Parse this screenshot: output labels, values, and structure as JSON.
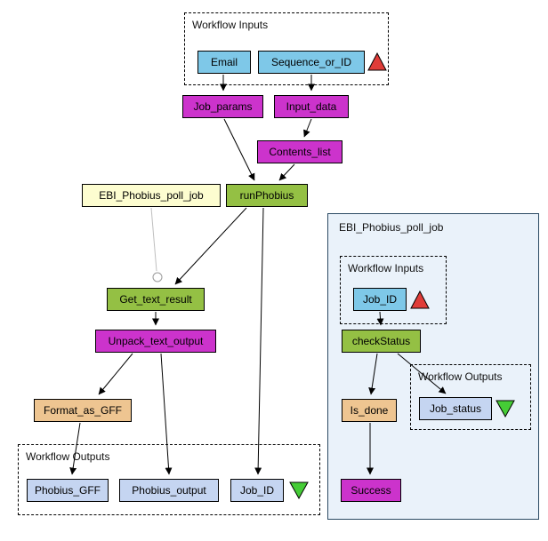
{
  "diagram": {
    "background": "#FFFFFF",
    "colors": {
      "input_port_fill": "#7EC8E8",
      "output_port_fill": "#C5D5F1",
      "processor_magenta": "#CC33CC",
      "processor_green": "#94C044",
      "processor_tan": "#EEC591",
      "nested_workflow_fill": "#FDFDD0",
      "subworkflow_background": "#EAF2FA",
      "input_marker": "#E03C38",
      "output_marker": "#45CC36",
      "edge": "#000000",
      "control_link": "#BFBFBF"
    },
    "groups": {
      "top_inputs": {
        "label": "Workflow Inputs"
      },
      "bottom_outputs": {
        "label": "Workflow Outputs"
      },
      "subworkflow": {
        "label": "EBI_Phobius_poll_job"
      },
      "sub_inputs": {
        "label": "Workflow Inputs"
      },
      "sub_outputs": {
        "label": "Workflow Outputs"
      }
    },
    "nodes": {
      "email": {
        "label": "Email",
        "type": "workflow-input"
      },
      "sequence_or_id": {
        "label": "Sequence_or_ID",
        "type": "workflow-input"
      },
      "job_params": {
        "label": "Job_params",
        "type": "processor"
      },
      "input_data": {
        "label": "Input_data",
        "type": "processor"
      },
      "contents_list": {
        "label": "Contents_list",
        "type": "processor"
      },
      "run_phobius": {
        "label": "runPhobius",
        "type": "processor"
      },
      "ebi_phobius_poll_job": {
        "label": "EBI_Phobius_poll_job",
        "type": "nested-workflow"
      },
      "get_text_result": {
        "label": "Get_text_result",
        "type": "processor"
      },
      "unpack_text_output": {
        "label": "Unpack_text_output",
        "type": "processor"
      },
      "format_as_gff": {
        "label": "Format_as_GFF",
        "type": "processor"
      },
      "phobius_gff": {
        "label": "Phobius_GFF",
        "type": "workflow-output"
      },
      "phobius_output": {
        "label": "Phobius_output",
        "type": "workflow-output"
      },
      "job_id_output": {
        "label": "Job_ID",
        "type": "workflow-output"
      },
      "sub_job_id": {
        "label": "Job_ID",
        "type": "workflow-input"
      },
      "check_status": {
        "label": "checkStatus",
        "type": "processor"
      },
      "is_done": {
        "label": "Is_done",
        "type": "processor"
      },
      "job_status": {
        "label": "Job_status",
        "type": "workflow-output"
      },
      "success": {
        "label": "Success",
        "type": "processor"
      }
    },
    "edges": [
      {
        "from": "Email",
        "to": "Job_params",
        "type": "data"
      },
      {
        "from": "Sequence_or_ID",
        "to": "Input_data",
        "type": "data"
      },
      {
        "from": "Job_params",
        "to": "runPhobius",
        "type": "data"
      },
      {
        "from": "Input_data",
        "to": "Contents_list",
        "type": "data"
      },
      {
        "from": "Contents_list",
        "to": "runPhobius",
        "type": "data"
      },
      {
        "from": "runPhobius",
        "to": "Get_text_result",
        "type": "data"
      },
      {
        "from": "runPhobius",
        "to": "Job_ID",
        "type": "data"
      },
      {
        "from": "EBI_Phobius_poll_job",
        "to": "Get_text_result",
        "type": "control"
      },
      {
        "from": "Get_text_result",
        "to": "Unpack_text_output",
        "type": "data"
      },
      {
        "from": "Unpack_text_output",
        "to": "Format_as_GFF",
        "type": "data"
      },
      {
        "from": "Unpack_text_output",
        "to": "Phobius_output",
        "type": "data"
      },
      {
        "from": "Format_as_GFF",
        "to": "Phobius_GFF",
        "type": "data"
      },
      {
        "from": "Job_ID",
        "to": "checkStatus",
        "type": "data"
      },
      {
        "from": "checkStatus",
        "to": "Is_done",
        "type": "data"
      },
      {
        "from": "checkStatus",
        "to": "Job_status",
        "type": "data"
      },
      {
        "from": "Is_done",
        "to": "Success",
        "type": "data"
      }
    ]
  }
}
